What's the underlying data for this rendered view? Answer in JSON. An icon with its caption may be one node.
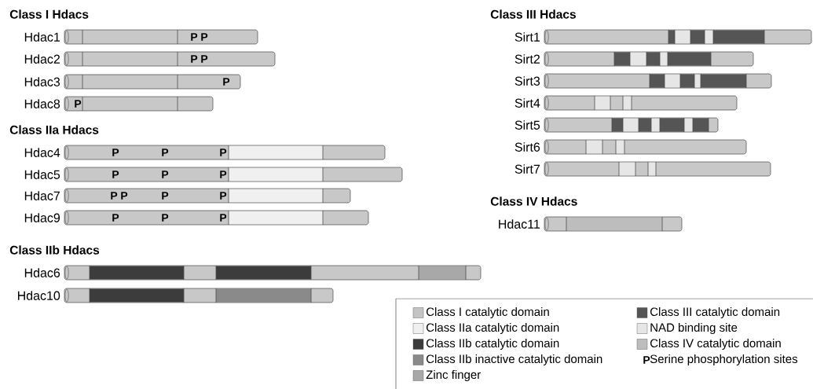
{
  "diagram": {
    "nodes": [
      {
        "text": [],
        "shape": "bar",
        "beside": [
          "Hdac1"
        ]
      },
      {
        "text": [],
        "shape": "bar",
        "beside": [
          "Hdac2"
        ]
      },
      {
        "text": [],
        "shape": "bar",
        "beside": [
          "Hdac3"
        ]
      },
      {
        "text": [],
        "shape": "bar",
        "beside": [
          "Hdac8"
        ]
      },
      {
        "text": [],
        "shape": "bar",
        "beside": [
          "Hdac4"
        ]
      },
      {
        "text": [],
        "shape": "bar",
        "beside": [
          "Hdac5"
        ]
      },
      {
        "text": [],
        "shape": "bar",
        "beside": [
          "Hdac7"
        ]
      },
      {
        "text": [],
        "shape": "bar",
        "beside": [
          "Hdac9"
        ]
      },
      {
        "text": [],
        "shape": "bar",
        "beside": [
          "Hdac6"
        ]
      },
      {
        "text": [],
        "shape": "bar",
        "beside": [
          "Hdac10"
        ]
      },
      {
        "text": [],
        "shape": "bar",
        "beside": [
          "Sirt1"
        ]
      },
      {
        "text": [],
        "shape": "bar",
        "beside": [
          "Sirt2"
        ]
      },
      {
        "text": [],
        "shape": "bar",
        "beside": [
          "Sirt3"
        ]
      },
      {
        "text": [],
        "shape": "bar",
        "beside": [
          "Sirt4"
        ]
      },
      {
        "text": [],
        "shape": "bar",
        "beside": [
          "Sirt5"
        ]
      },
      {
        "text": [],
        "shape": "bar",
        "beside": [
          "Sirt6"
        ]
      },
      {
        "text": [],
        "shape": "bar",
        "beside": [
          "Sirt7"
        ]
      },
      {
        "text": [],
        "shape": "bar",
        "beside": [
          "Hdac11"
        ]
      }
    ],
    "labels": [
      "Class I Hdacs",
      "P",
      "P",
      "P",
      "P",
      "P",
      "P",
      "Class IIa Hdacs",
      "P",
      "P",
      "P",
      "P",
      "P",
      "P",
      "P",
      "P",
      "P",
      "P",
      "P",
      "P",
      "P",
      "Class IIb Hdacs",
      "Class III Hdacs",
      "Class IV Hdacs",
      "P"
    ],
    "legend": [
      {
        "text": "Class I catalytic domain",
        "color": "#c4c4c4"
      },
      {
        "text": "Class IIa catalytic domain",
        "color": "#f0f0f0"
      },
      {
        "text": "Class IIb catalytic domain",
        "color": "#3c3c3c"
      },
      {
        "text": "Class IIb inactive catalytic domain",
        "color": "#8a8a8a"
      },
      {
        "text": "Zinc finger",
        "color": "#a8a8a8"
      },
      {
        "text": "Class III catalytic domain",
        "color": "#555555"
      },
      {
        "text": "NAD binding site",
        "color": "#e6e6e6"
      },
      {
        "text": "Class IV catalytic domain",
        "color": "#bdbdbd"
      },
      {
        "text": "Serine phosphorylation sites"
      }
    ]
  }
}
